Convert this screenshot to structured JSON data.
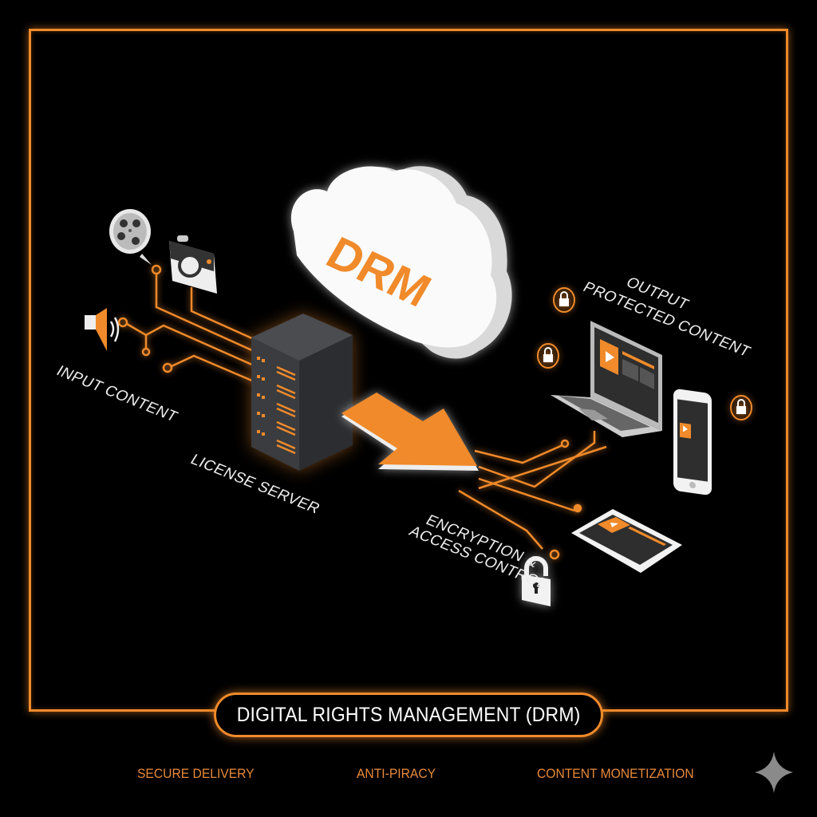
{
  "title": "DIGITAL RIGHTS MANAGEMENT (DRM)",
  "cloud_label": "DRM",
  "labels": {
    "input": "INPUT CONTENT",
    "server": "LICENSE SERVER",
    "output_line1": "OUTPUT",
    "output_line2": "PROTECTED CONTENT",
    "encryption_line1": "ENCRYPTION &",
    "encryption_line2": "ACCESS CONTROL"
  },
  "footer": [
    "SECURE DELIVERY",
    "ANTI-PIRACY",
    "CONTENT MONETIZATION"
  ],
  "icons": {
    "inputs": [
      "film-reel-icon",
      "camera-icon",
      "speaker-icon"
    ],
    "center": [
      "license-server-icon",
      "drm-cloud-icon",
      "arrow-icon"
    ],
    "outputs": [
      "laptop-icon",
      "smartphone-icon",
      "tablet-icon"
    ],
    "locks": [
      "lock-icon",
      "lock-icon",
      "lock-icon",
      "padlock-icon"
    ],
    "corner": "sparkle-icon"
  },
  "colors": {
    "accent": "#f08a2a",
    "background": "#000000",
    "text": "#ffffff",
    "device_gray": "#3a3c3f"
  }
}
